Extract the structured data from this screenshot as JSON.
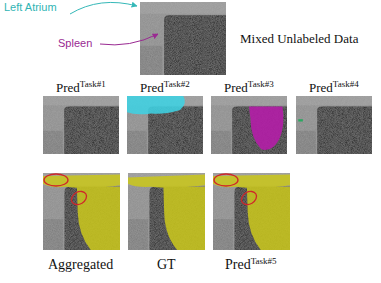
{
  "diagram": {
    "nodes": [
      {
        "text": [
          "Mixed Unlabeled Data"
        ]
      },
      {
        "text": [
          "Pred",
          "Task#1"
        ]
      },
      {
        "text": [
          "Pred",
          "Task#2"
        ]
      },
      {
        "text": [
          "Pred",
          "Task#3"
        ]
      },
      {
        "text": [
          "Pred",
          "Task#4"
        ]
      },
      {
        "text": [
          "Aggregated"
        ]
      },
      {
        "text": [
          "GT"
        ]
      },
      {
        "text": [
          "Pred",
          "Task#5"
        ]
      }
    ],
    "labels": [
      "Left Atrium",
      "Spleen"
    ]
  }
}
